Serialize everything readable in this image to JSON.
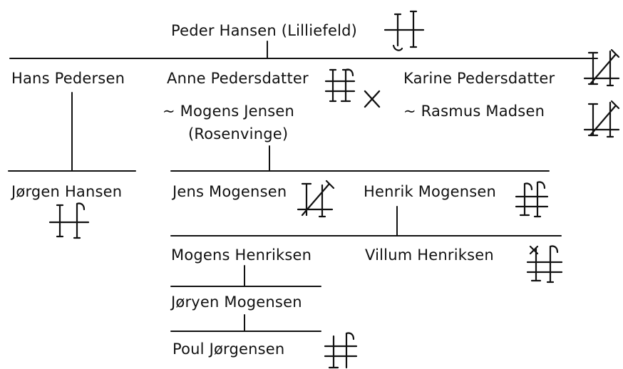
{
  "people": {
    "peder": {
      "name": "Peder Hansen (Lilliefeld)",
      "mark": "peder-house-mark-icon"
    },
    "hans": {
      "name": "Hans Pedersen"
    },
    "anne": {
      "name": "Anne Pedersdatter",
      "mark": "anne-house-mark-icon",
      "mark_extra": "cross-mark-icon",
      "spouse": "~ Mogens Jensen",
      "spouse_line2": "(Rosenvinge)"
    },
    "karine": {
      "name": "Karine Pedersdatter",
      "mark": "karine-house-mark-icon",
      "spouse": "~ Rasmus Madsen",
      "spouse_mark": "rasmus-house-mark-icon"
    },
    "jorgen": {
      "name": "Jørgen Hansen",
      "mark": "jorgen-house-mark-icon"
    },
    "jens": {
      "name": "Jens Mogensen",
      "mark": "jens-house-mark-icon"
    },
    "henrik": {
      "name": "Henrik Mogensen",
      "mark": "henrik-house-mark-icon"
    },
    "mogens_h": {
      "name": "Mogens Henriksen"
    },
    "villum": {
      "name": "Villum Henriksen",
      "mark": "villum-house-mark-icon"
    },
    "joryen": {
      "name": "Jøryen Mogensen"
    },
    "poul": {
      "name": "Poul Jørgensen",
      "mark": "poul-house-mark-icon"
    }
  }
}
